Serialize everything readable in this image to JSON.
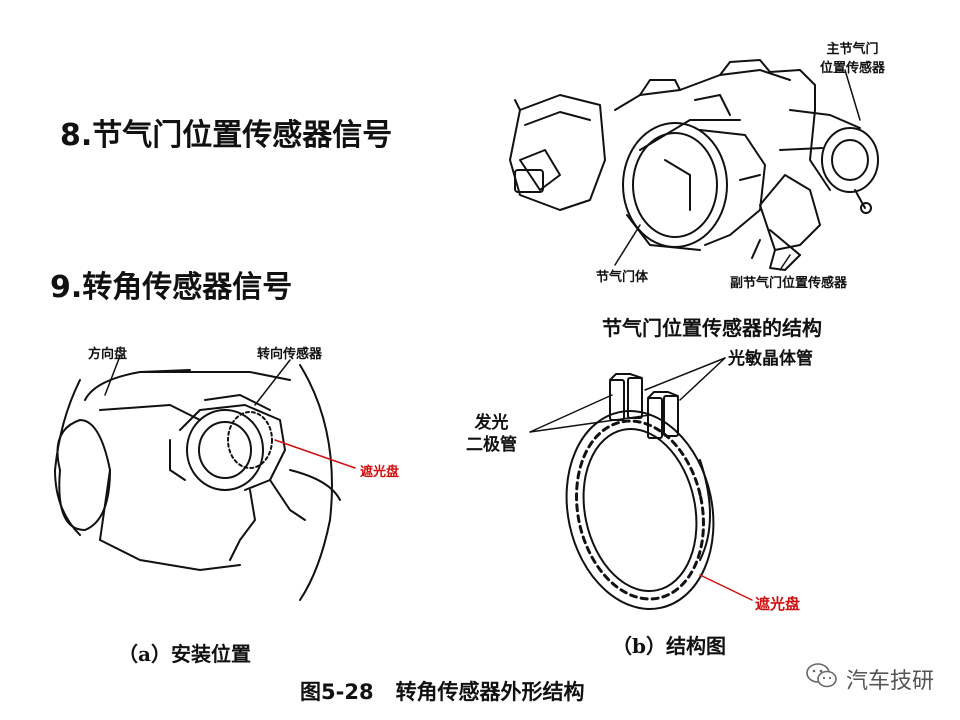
{
  "headings": {
    "throttle": "8.节气门位置传感器信号",
    "steering": "9.转角传感器信号"
  },
  "throttle_diagram": {
    "label_main_sensor_line1": "主节气门",
    "label_main_sensor_line2": "位置传感器",
    "label_body": "节气门体",
    "label_sub_sensor": "副节气门位置传感器",
    "caption": "节气门位置传感器的结构"
  },
  "install_diagram": {
    "label_wheel": "方向盘",
    "label_sensor": "转向传感器",
    "label_disc": "遮光盘",
    "caption": "（a）安装位置"
  },
  "structure_diagram": {
    "label_phototransistor": "光敏晶体管",
    "label_led_line1": "发光",
    "label_led_line2": "二极管",
    "label_disc": "遮光盘",
    "caption": "（b）结构图"
  },
  "figure_caption": {
    "number": "图5-28",
    "text": "转角传感器外形结构"
  },
  "watermark": {
    "text": "汽车技研",
    "icon": "wechat-icon"
  },
  "colors": {
    "accent_red": "#d01010",
    "line": "#111111"
  }
}
